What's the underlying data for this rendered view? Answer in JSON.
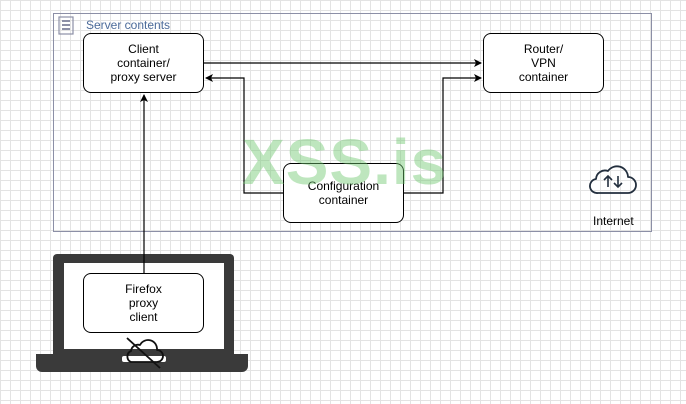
{
  "diagram": {
    "group_label": "Server contents",
    "nodes": {
      "client": "Client\ncontainer/\nproxy server",
      "router": "Router/\nVPN\ncontainer",
      "config": "Configuration\ncontainer",
      "firefox": "Firefox\nproxy\nclient"
    },
    "internet_label": "Internet",
    "watermark": "XSS.is",
    "icons": [
      "server-icon",
      "cloud-upload-download-icon",
      "laptop-icon",
      "cloud-offline-icon"
    ]
  }
}
